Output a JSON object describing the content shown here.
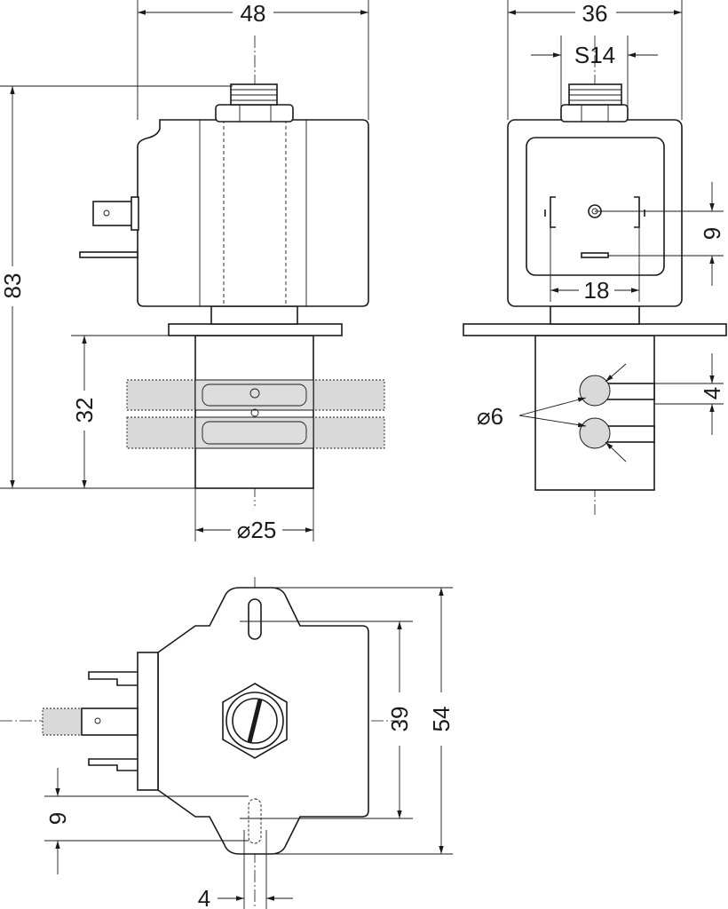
{
  "front_view": {
    "width_label": "48",
    "height_label": "83",
    "body_height_label": "32",
    "diameter_label": "⌀25"
  },
  "side_view": {
    "width_label": "36",
    "wrench_label": "S14",
    "pin_spacing_label": "18",
    "pin_offset_label": "9",
    "port_offset_label": "4",
    "port_diameter_label": "⌀6"
  },
  "bottom_view": {
    "hole_spacing_label": "39",
    "overall_label": "54",
    "tab_offset_label": "9",
    "slot_width_label": "4"
  }
}
